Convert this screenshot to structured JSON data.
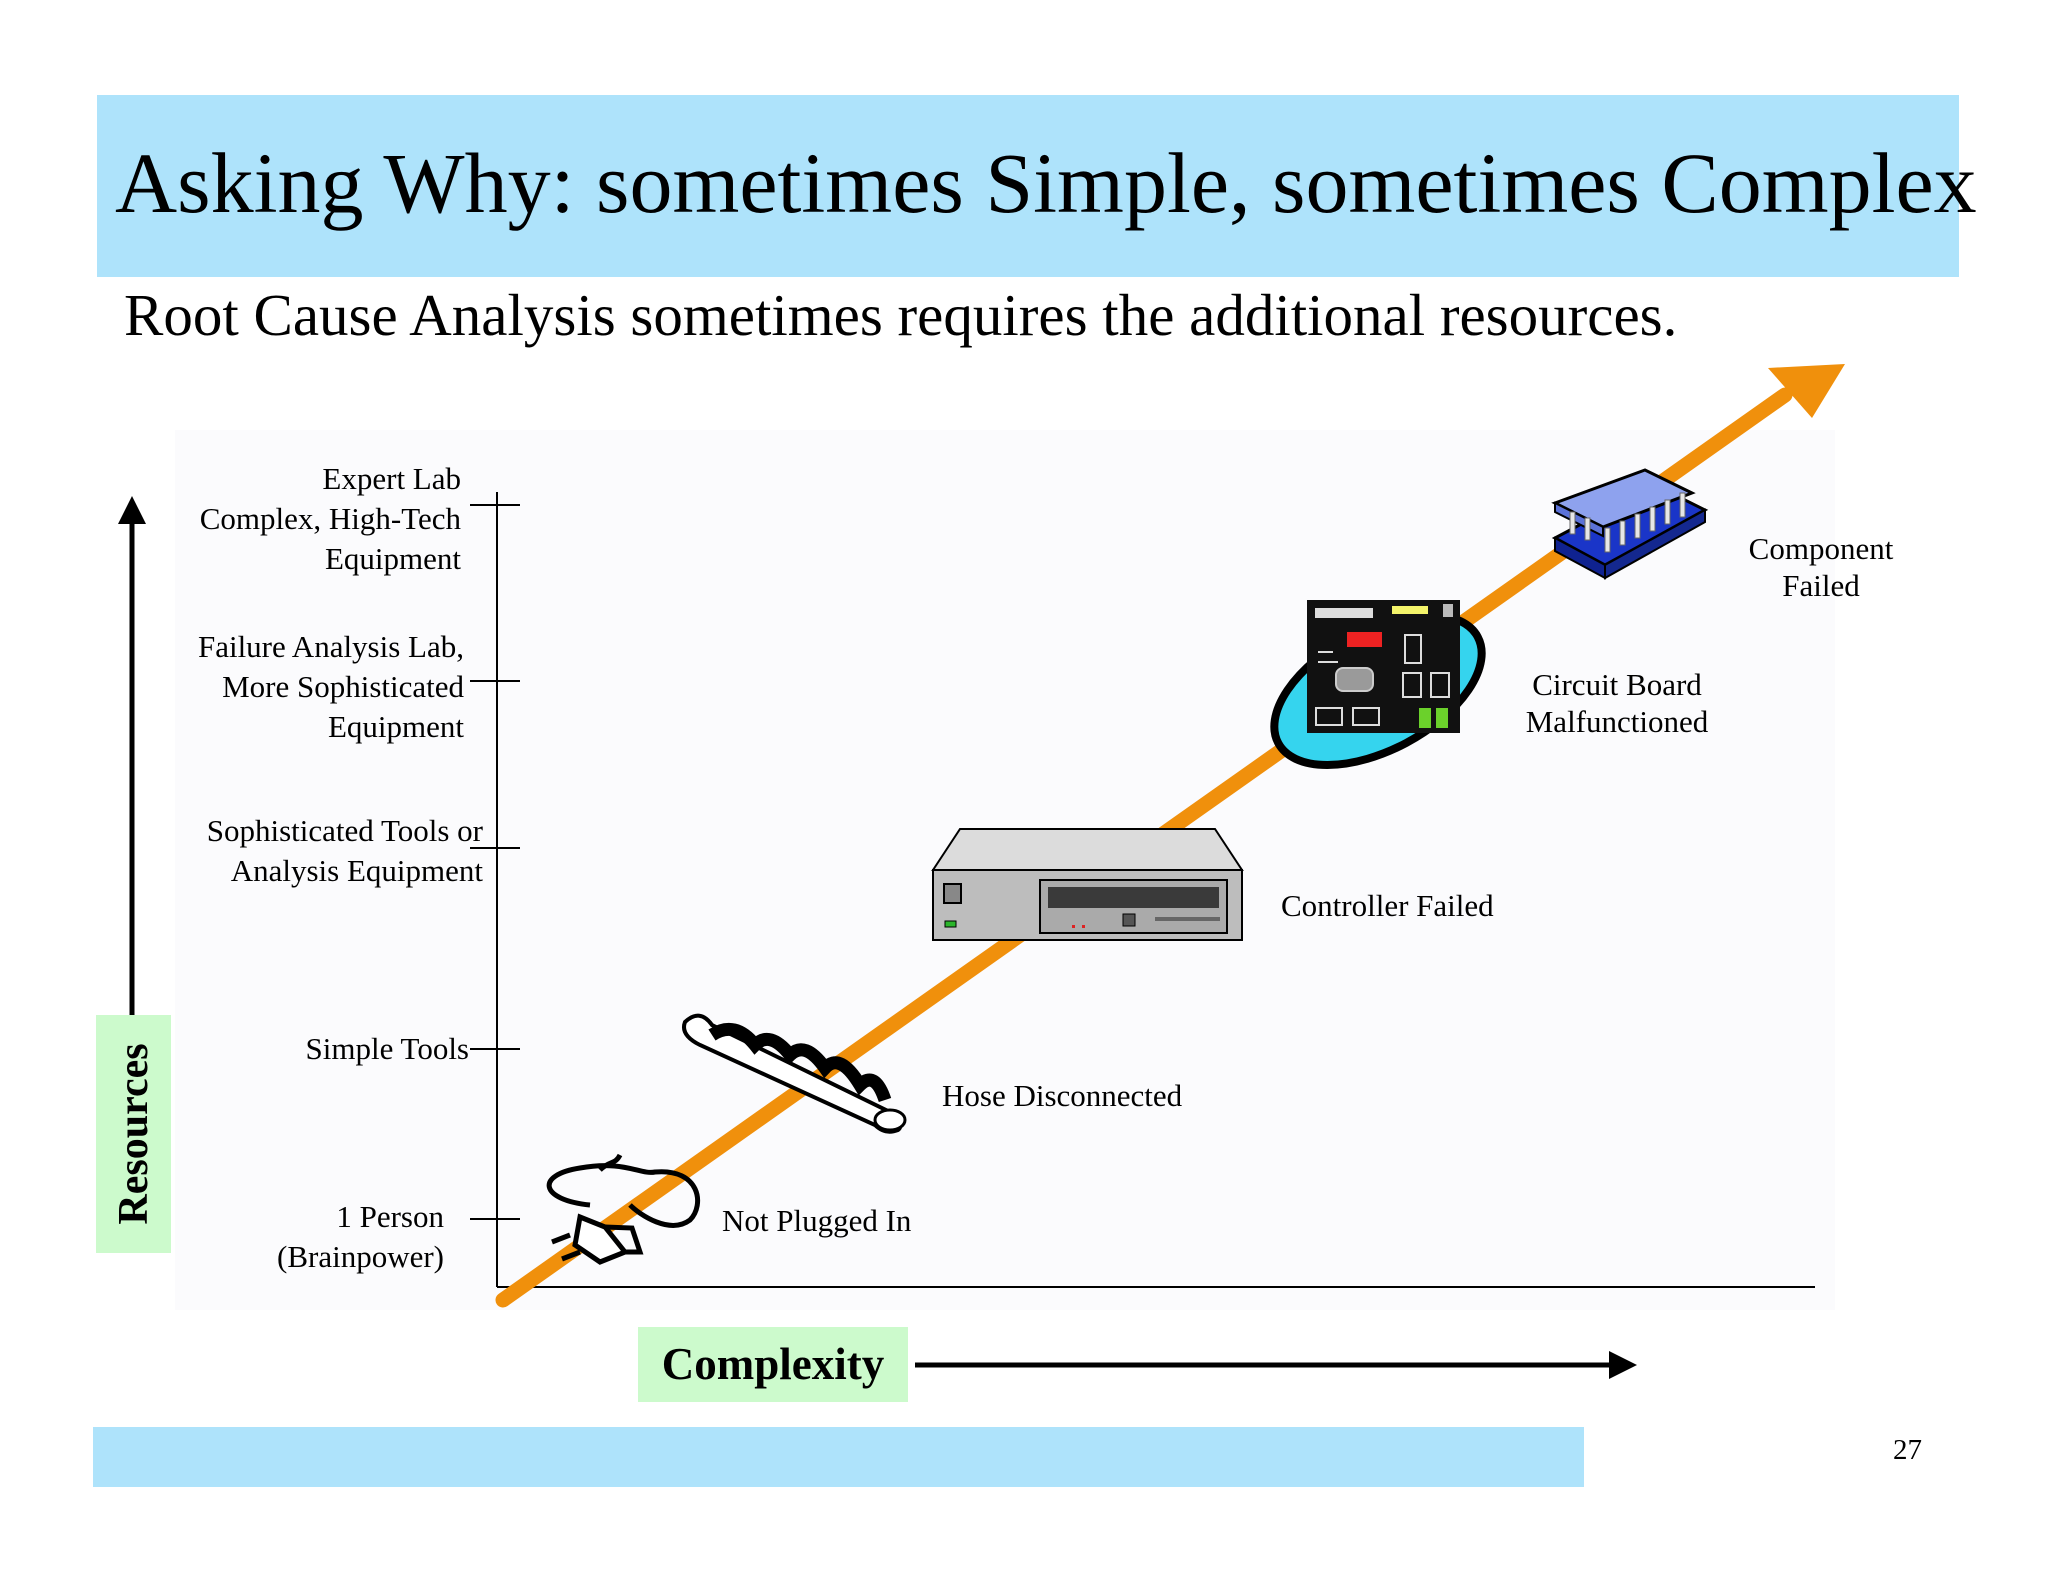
{
  "slide": {
    "title": "Asking Why: sometimes Simple, sometimes Complex",
    "subtitle": "Root Cause Analysis sometimes requires the additional resources.",
    "page_number": "27"
  },
  "axes": {
    "y_label": "Resources",
    "x_label": "Complexity",
    "y_levels": [
      {
        "lines": [
          "Expert Lab",
          "Complex, High-Tech",
          "Equipment"
        ]
      },
      {
        "lines": [
          "Failure Analysis Lab,",
          "More Sophisticated",
          "Equipment"
        ]
      },
      {
        "lines": [
          "Sophisticated Tools or",
          "Analysis Equipment"
        ]
      },
      {
        "lines": [
          "Simple Tools"
        ]
      },
      {
        "lines": [
          "1 Person",
          "(Brainpower)"
        ]
      }
    ]
  },
  "failures": [
    {
      "lines": [
        "Not Plugged In"
      ],
      "icon": "power-plug-icon"
    },
    {
      "lines": [
        "Hose Disconnected"
      ],
      "icon": "hose-icon"
    },
    {
      "lines": [
        "Controller Failed"
      ],
      "icon": "controller-box-icon"
    },
    {
      "lines": [
        "Circuit Board",
        "Malfunctioned"
      ],
      "icon": "circuit-board-icon"
    },
    {
      "lines": [
        "Component",
        "Failed"
      ],
      "icon": "chip-icon"
    }
  ],
  "colors": {
    "title_band": "#aee3fb",
    "label_box": "#ccfacc",
    "trend_arrow": "#f0900c"
  }
}
